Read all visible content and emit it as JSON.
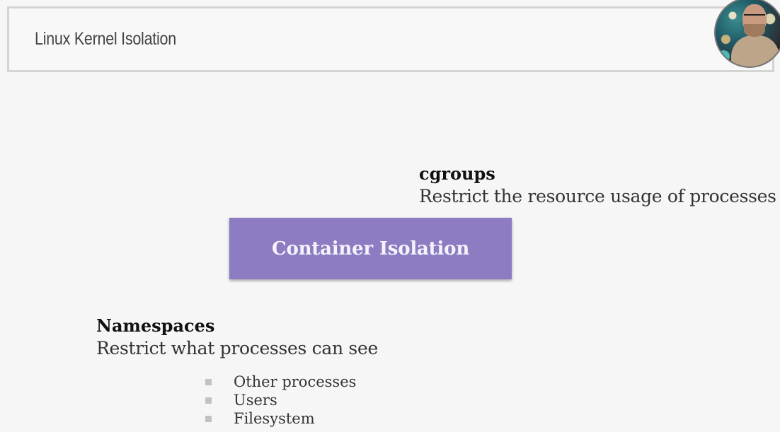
{
  "header": {
    "title": "Linux Kernel Isolation"
  },
  "cgroups": {
    "title": "cgroups",
    "description": "Restrict the resource usage of processes"
  },
  "center_box": {
    "label": "Container Isolation",
    "color": "#8e7cc3"
  },
  "namespaces": {
    "title": "Namespaces",
    "description": "Restrict what processes can see",
    "items": [
      "Other processes",
      "Users",
      "Filesystem"
    ]
  }
}
